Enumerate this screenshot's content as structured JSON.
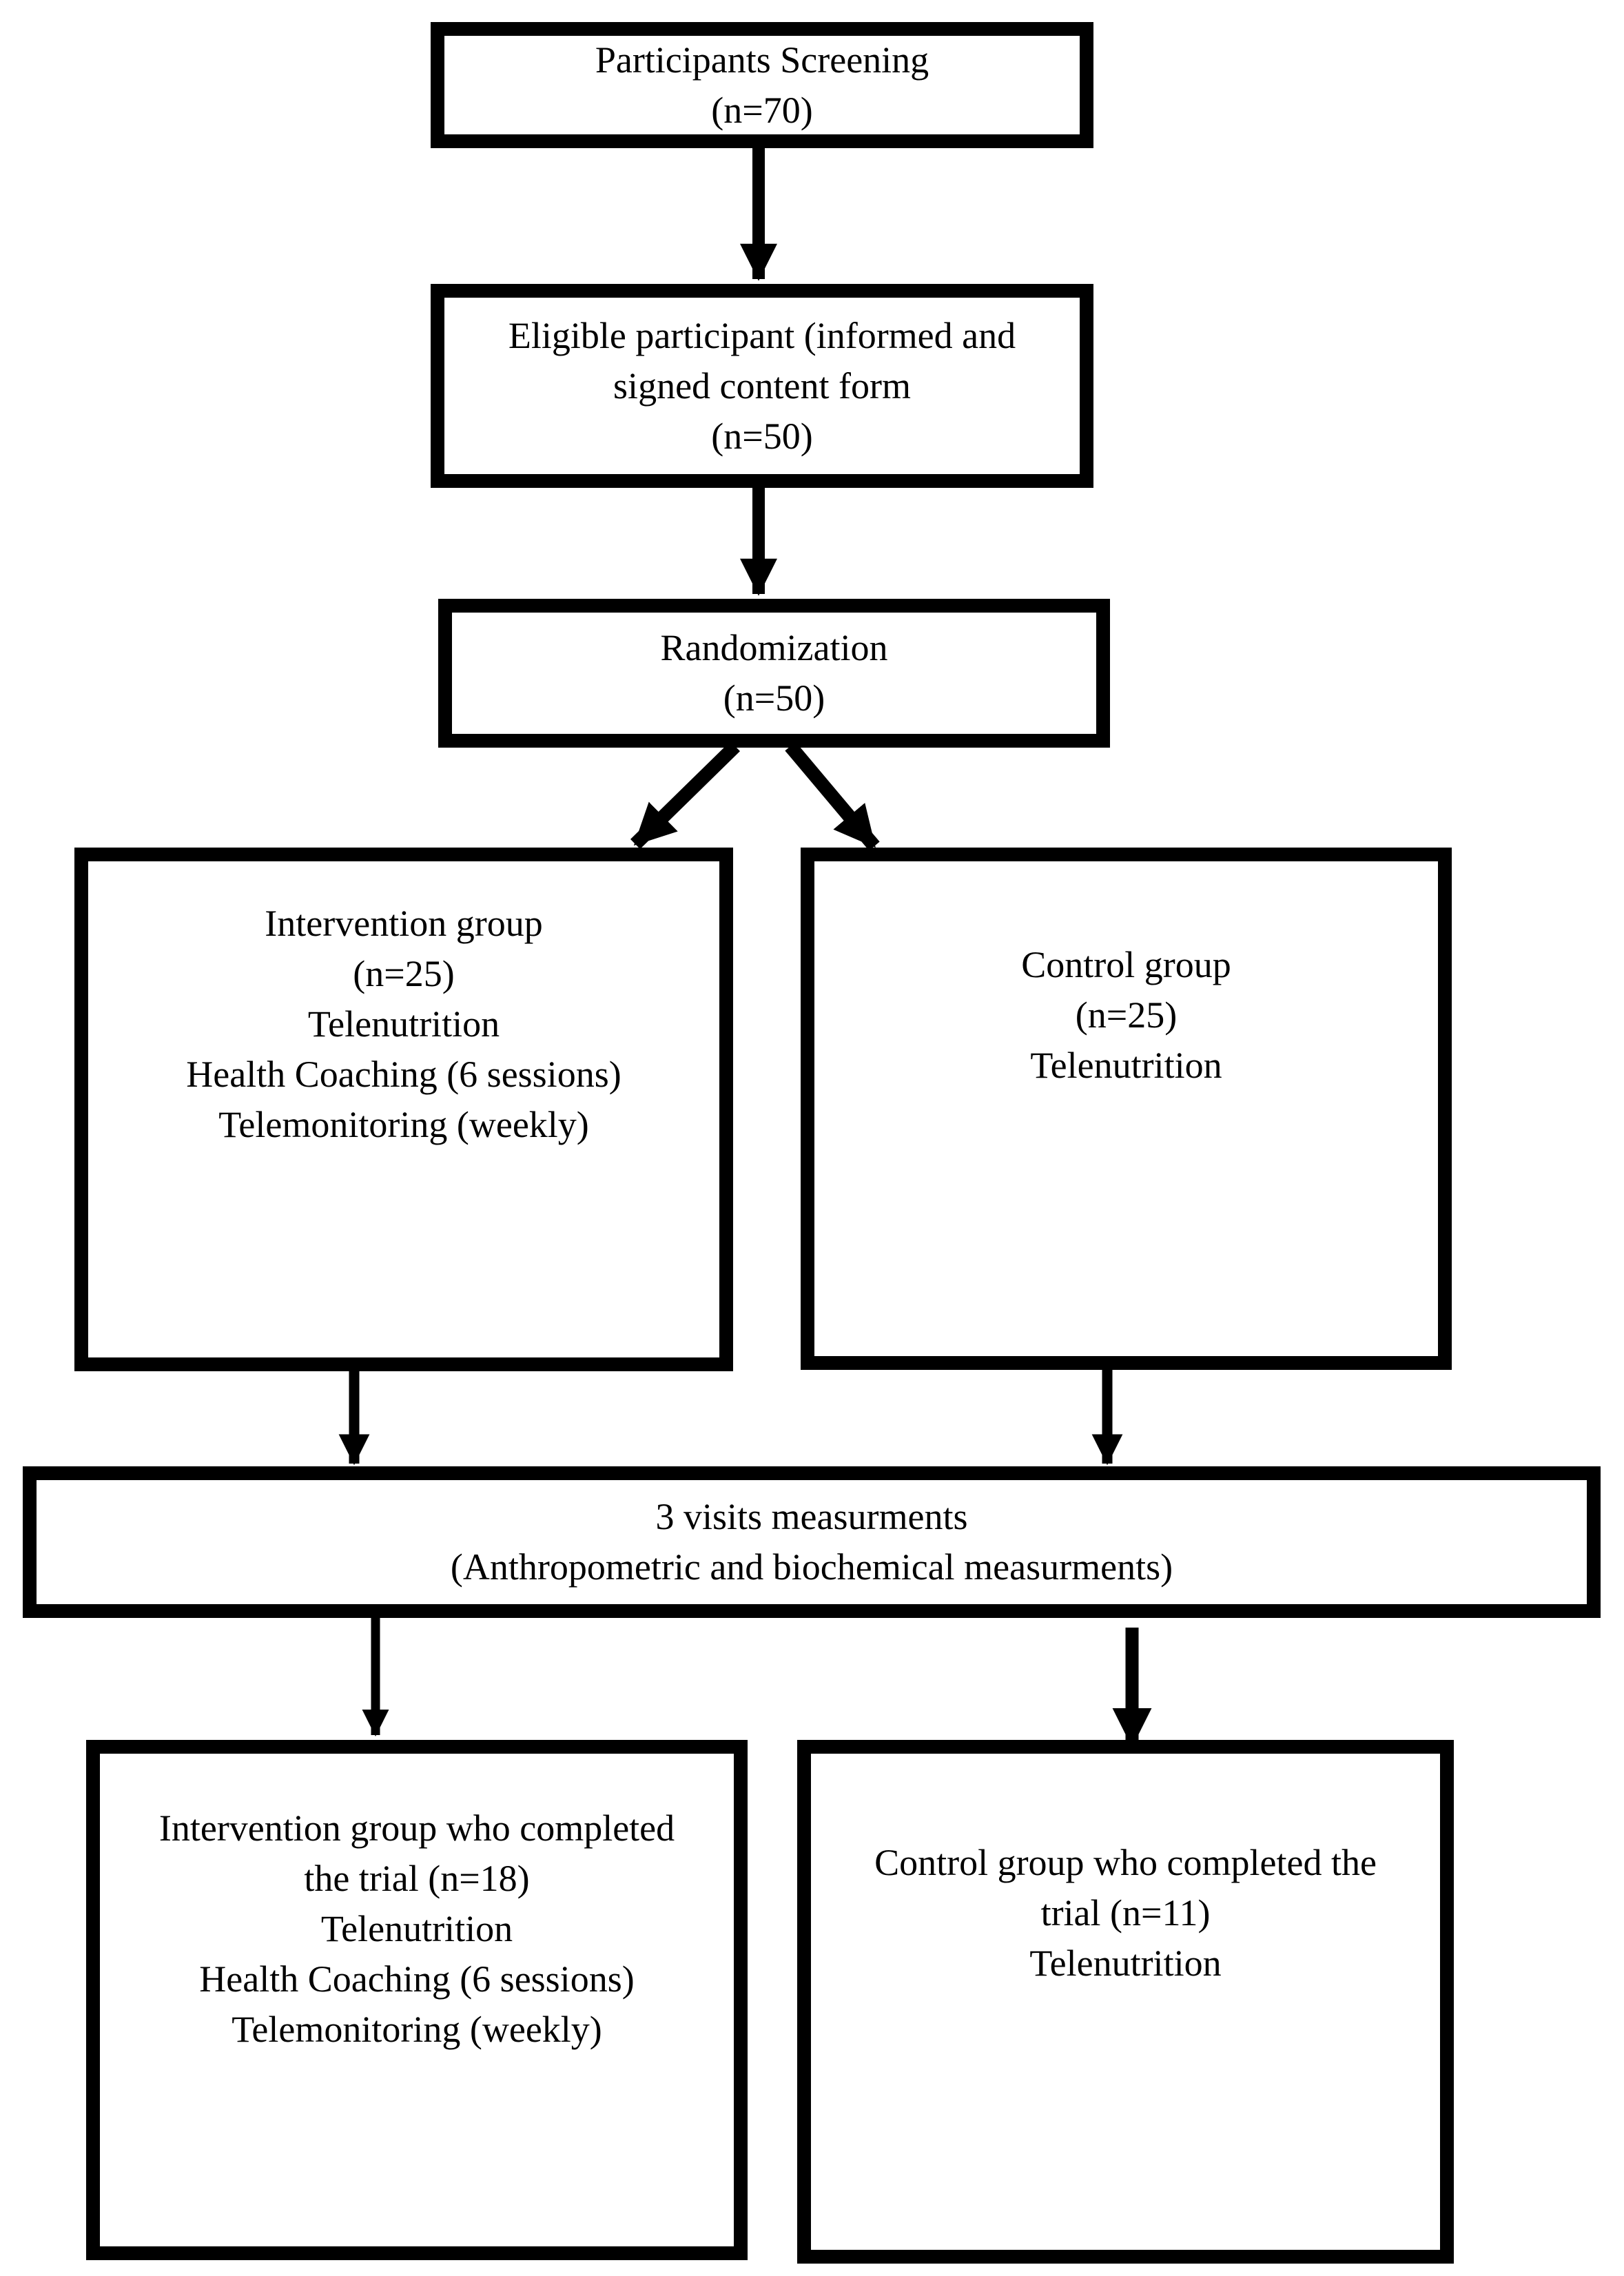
{
  "page": {
    "background_color": "#ffffff",
    "ink_color": "#000000"
  },
  "diagram": {
    "kind": "flowchart",
    "nodes": {
      "screening": {
        "lines": [
          "Participants Screening",
          "(n=70)"
        ]
      },
      "eligible": {
        "lines": [
          "Eligible participant (informed and",
          "signed content form",
          "(n=50)"
        ]
      },
      "randomization": {
        "lines": [
          "Randomization",
          "(n=50)"
        ]
      },
      "intervention_group": {
        "lines": [
          "Intervention group",
          "(n=25)",
          "Telenutrition",
          "Health Coaching (6 sessions)",
          "Telemonitoring (weekly)"
        ]
      },
      "control_group": {
        "lines": [
          "Control group",
          "(n=25)",
          "Telenutrition"
        ]
      },
      "measurements": {
        "lines": [
          "3 visits measurments",
          "(Anthropometric and biochemical measurments)"
        ]
      },
      "intervention_completed": {
        "lines": [
          "Intervention group who completed",
          "the trial (n=18)",
          "Telenutrition",
          "Health Coaching (6 sessions)",
          "Telemonitoring (weekly)"
        ]
      },
      "control_completed": {
        "lines": [
          "Control group who completed the",
          "trial (n=11)",
          "Telenutrition"
        ]
      }
    },
    "edges": [
      {
        "from": "screening",
        "to": "eligible"
      },
      {
        "from": "eligible",
        "to": "randomization"
      },
      {
        "from": "randomization",
        "to": "intervention_group"
      },
      {
        "from": "randomization",
        "to": "control_group"
      },
      {
        "from": "intervention_group",
        "to": "measurements"
      },
      {
        "from": "control_group",
        "to": "measurements"
      },
      {
        "from": "measurements",
        "to": "intervention_completed"
      },
      {
        "from": "measurements",
        "to": "control_completed"
      }
    ]
  }
}
